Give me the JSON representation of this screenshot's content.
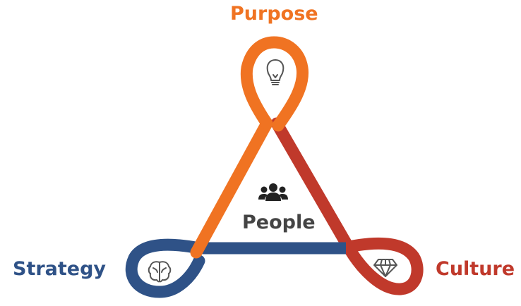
{
  "diagram": {
    "purpose": {
      "label": "Purpose",
      "color": "#F07322",
      "icon": "lightbulb-icon"
    },
    "strategy": {
      "label": "Strategy",
      "color": "#2F5287",
      "icon": "brain-icon"
    },
    "culture": {
      "label": "Culture",
      "color": "#C0392B",
      "icon": "diamond-icon"
    },
    "center": {
      "label": "People",
      "color": "#444444",
      "icon": "people-icon"
    }
  }
}
